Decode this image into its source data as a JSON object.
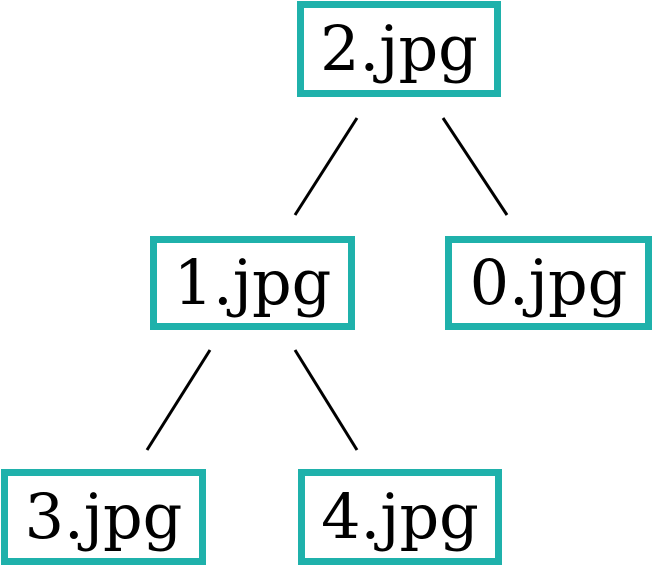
{
  "diagram": {
    "type": "tree",
    "border_color": "#1fb1ab",
    "edge_color": "#000000",
    "nodes": {
      "root": {
        "label": "2.jpg"
      },
      "left": {
        "label": "1.jpg"
      },
      "right": {
        "label": "0.jpg"
      },
      "left_left": {
        "label": "3.jpg"
      },
      "left_right": {
        "label": "4.jpg"
      }
    },
    "edges": [
      {
        "from": "root",
        "to": "left"
      },
      {
        "from": "root",
        "to": "right"
      },
      {
        "from": "left",
        "to": "left_left"
      },
      {
        "from": "left",
        "to": "left_right"
      }
    ]
  }
}
